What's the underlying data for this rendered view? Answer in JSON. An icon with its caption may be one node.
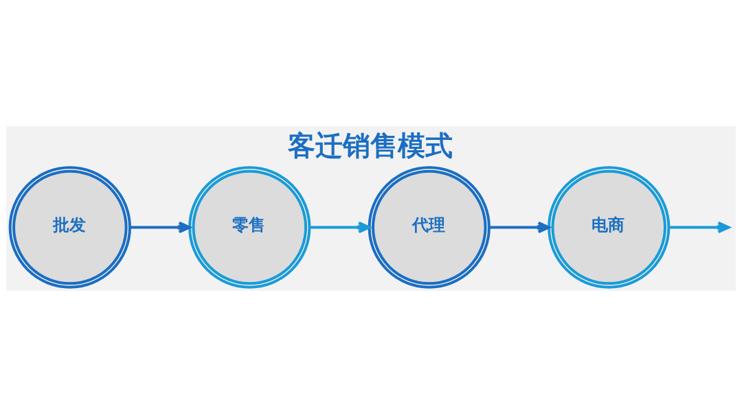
{
  "diagram": {
    "title": "客迁销售模式",
    "nodes": [
      {
        "text": [
          "批发"
        ]
      },
      {
        "text": [
          "零售"
        ]
      },
      {
        "text": [
          "代理"
        ]
      },
      {
        "text": [
          "电商"
        ]
      }
    ],
    "edges": [
      {
        "from": 0,
        "to": 1,
        "arrow": "to"
      },
      {
        "from": 1,
        "to": 2,
        "arrow": "to",
        "color": "#1a9bd7"
      },
      {
        "from": 2,
        "to": 3,
        "arrow": "to"
      },
      {
        "from": 3,
        "to": null,
        "arrow": "to",
        "color": "#1a9bd7"
      }
    ]
  }
}
